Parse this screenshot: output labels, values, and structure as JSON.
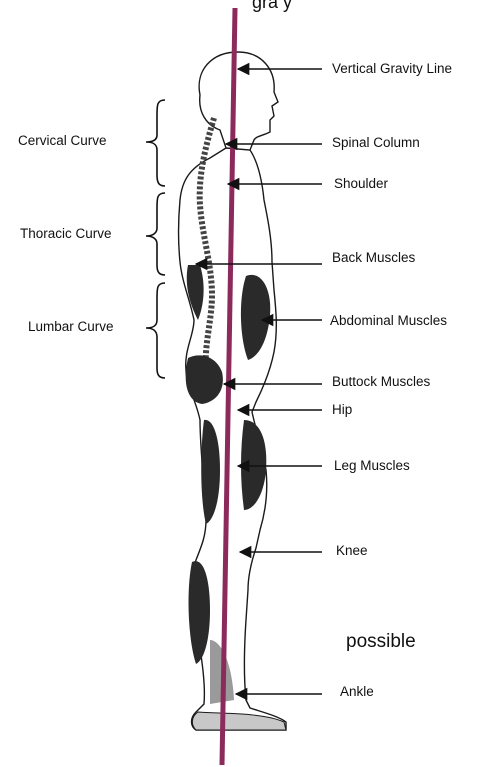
{
  "header_partial": "gra   y",
  "curves": [
    {
      "label": "Cervical  Curve"
    },
    {
      "label": "Thoracic Curve"
    },
    {
      "label": "Lumbar Curve"
    }
  ],
  "labels": [
    {
      "text": "Vertical Gravity Line"
    },
    {
      "text": "Spinal Column"
    },
    {
      "text": "Shoulder"
    },
    {
      "text": "Back Muscles"
    },
    {
      "text": "Abdominal Muscles"
    },
    {
      "text": "Buttock Muscles"
    },
    {
      "text": "Hip"
    },
    {
      "text": "Leg Muscles"
    },
    {
      "text": "Knee"
    },
    {
      "text": "Ankle"
    }
  ],
  "note": "possible",
  "colors": {
    "gravity_line": "#8c2a5c",
    "muscle": "#2a2a2a",
    "outline": "#1a1a1a"
  }
}
